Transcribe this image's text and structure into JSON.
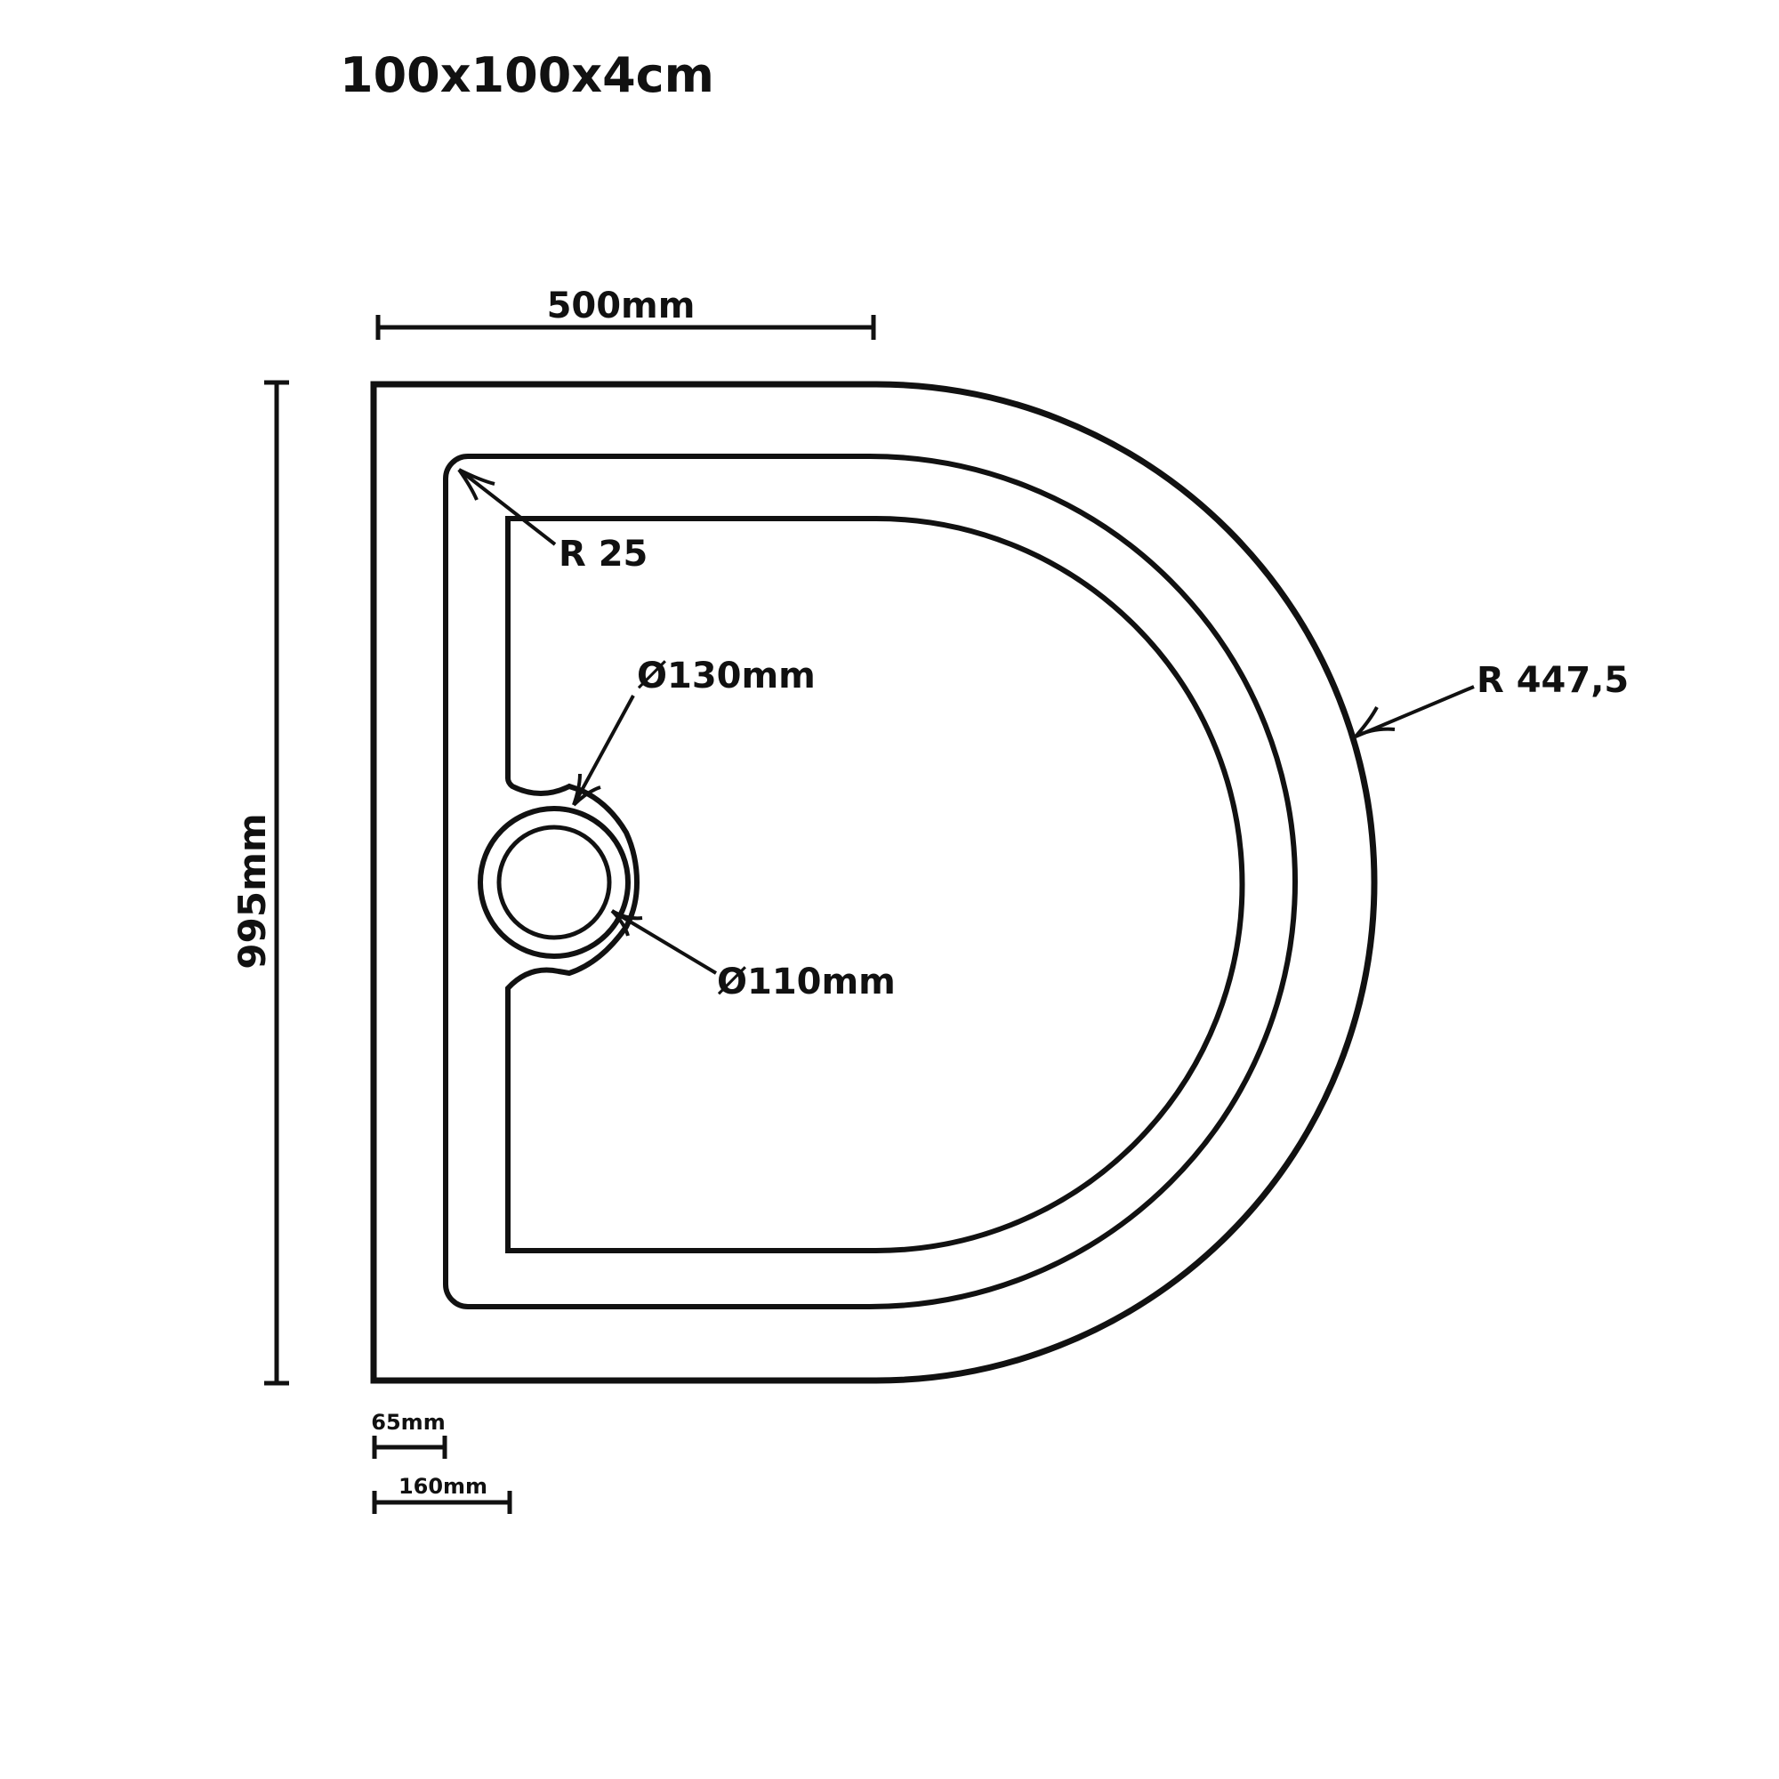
{
  "title": "100x100x4cm",
  "dimensions": {
    "width_top": "500mm",
    "height_left": "995mm",
    "rim_65": "65mm",
    "rim_160": "160mm"
  },
  "callouts": {
    "corner_radius": "R 25",
    "outer_radius": "R 447,5",
    "drain_outer_diameter": "Ø130mm",
    "drain_inner_diameter": "Ø110mm"
  },
  "colors": {
    "line": "#111111",
    "background": "#ffffff"
  }
}
